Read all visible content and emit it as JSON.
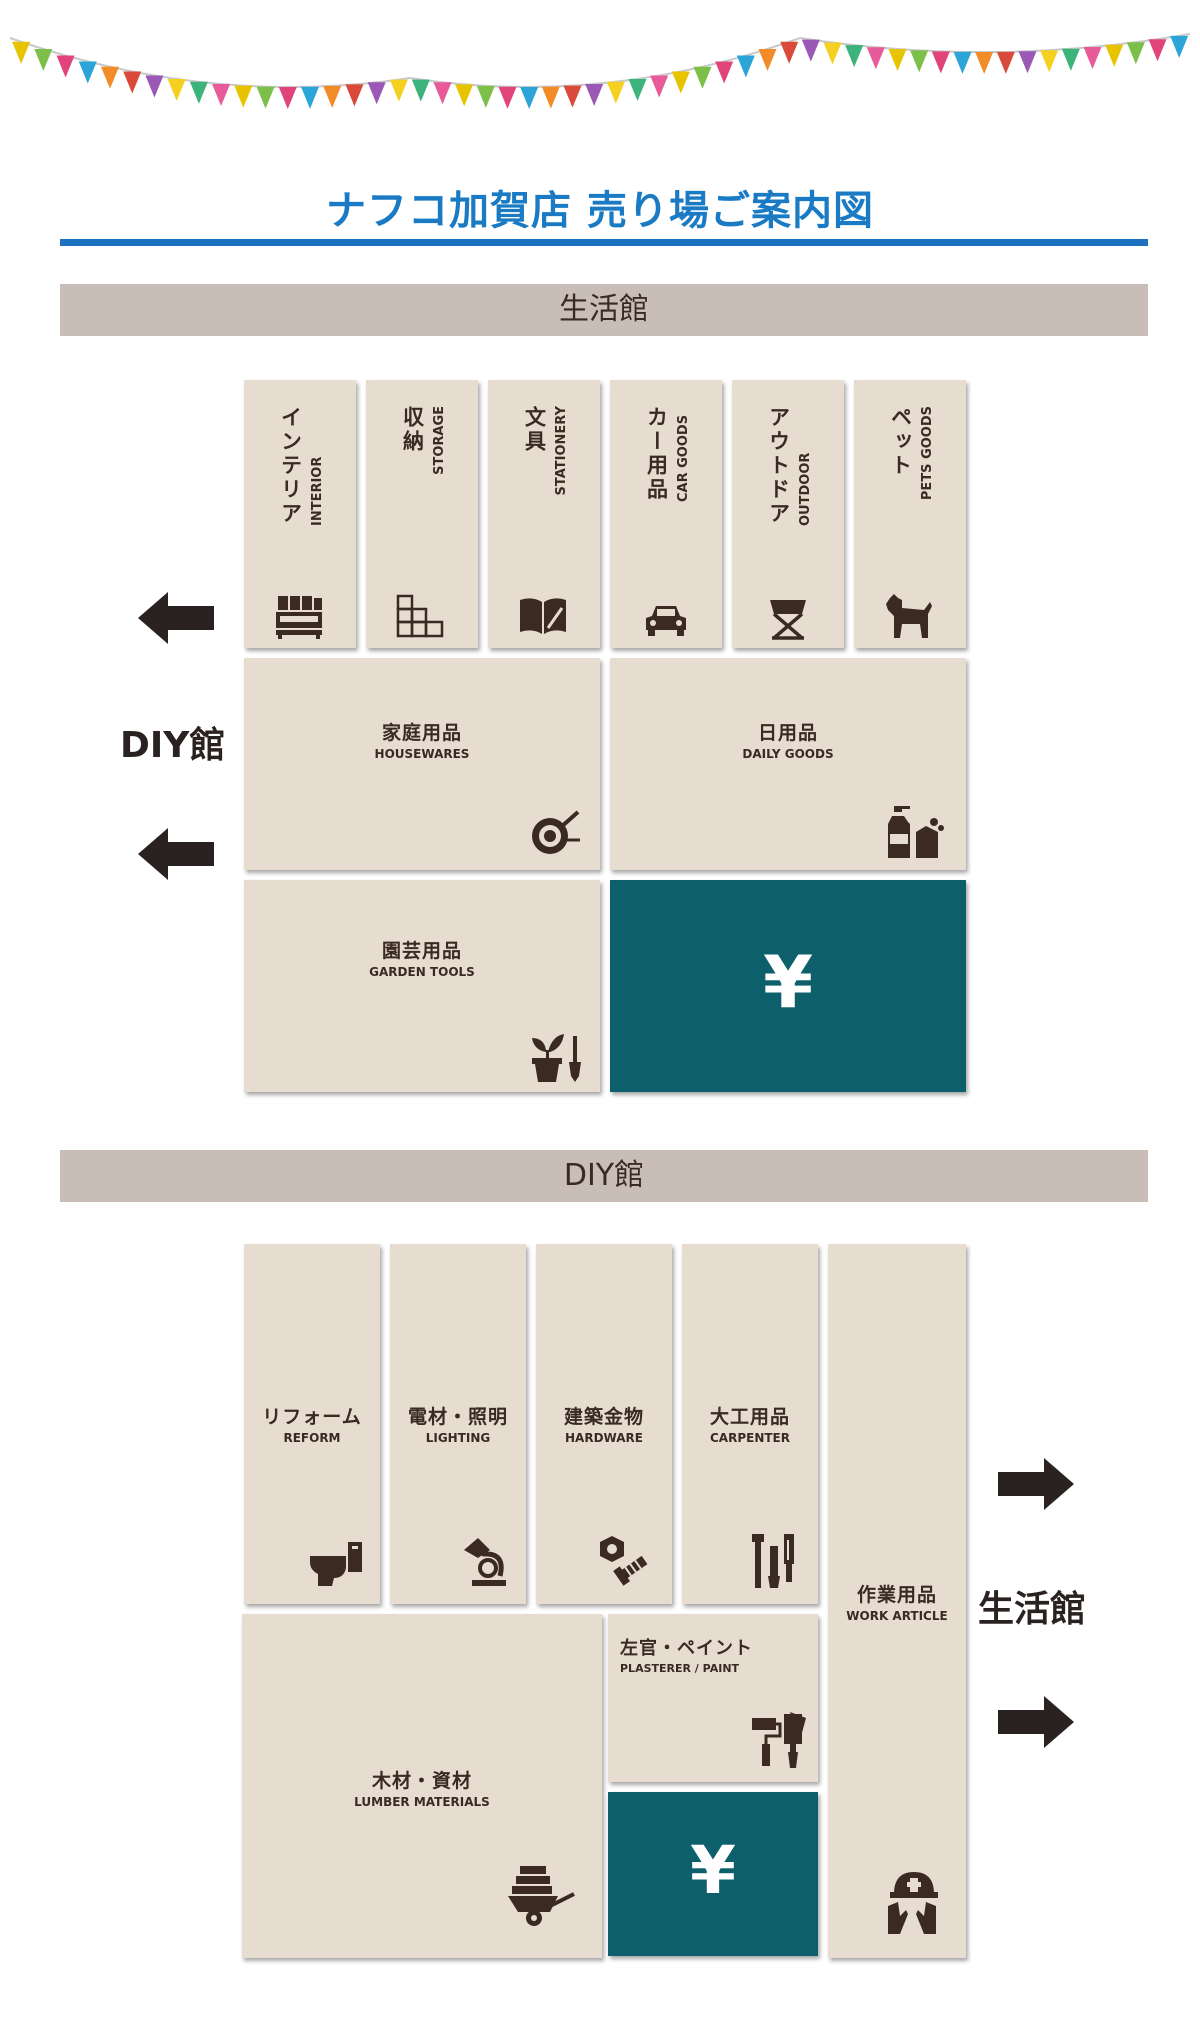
{
  "page": {
    "title": "ナフコ加賀店 売り場ご案内図"
  },
  "colors": {
    "accent": "#1b72bf",
    "tile": "#e6ddd0",
    "cash": "#0c5f6b",
    "section_bar": "#c8beb7",
    "text": "#3a2a22"
  },
  "seikatsu": {
    "header": "生活館",
    "top_tiles": [
      {
        "jp": "インテリア",
        "en": "INTERIOR",
        "icon": "sofa-icon"
      },
      {
        "jp": "収納",
        "en": "STORAGE",
        "icon": "shelf-icon"
      },
      {
        "jp": "文具",
        "en": "STATIONERY",
        "icon": "book-icon"
      },
      {
        "jp": "カー用品",
        "en": "CAR GOODS",
        "icon": "car-icon"
      },
      {
        "jp": "アウトドア",
        "en": "OUTDOOR",
        "icon": "camp-chair-icon"
      },
      {
        "jp": "ペット",
        "en": "PETS GOODS",
        "icon": "dog-icon"
      }
    ],
    "housewares": {
      "jp": "家庭用品",
      "en": "HOUSEWARES",
      "icon": "pan-icon"
    },
    "daily": {
      "jp": "日用品",
      "en": "DAILY GOODS",
      "icon": "bottles-icon"
    },
    "garden": {
      "jp": "園芸用品",
      "en": "GARDEN TOOLS",
      "icon": "plant-pot-icon"
    },
    "cash": "¥",
    "side_label": "DIY館"
  },
  "diy": {
    "header": "DIY館",
    "tiles": [
      {
        "jp": "リフォーム",
        "en": "REFORM",
        "icon": "toilet-icon"
      },
      {
        "jp": "電材・照明",
        "en": "LIGHTING",
        "icon": "desk-lamp-icon"
      },
      {
        "jp": "建築金物",
        "en": "HARDWARE",
        "icon": "bolt-nut-icon"
      },
      {
        "jp": "大工用品",
        "en": "CARPENTER",
        "icon": "tools-icon"
      }
    ],
    "work": {
      "jp": "作業用品",
      "en": "WORK ARTICLE",
      "icon": "helmet-gloves-icon"
    },
    "paint": {
      "jp": "左官・ペイント",
      "en": "PLASTERER / PAINT",
      "icon": "paint-roller-icon"
    },
    "lumber": {
      "jp": "木材・資材",
      "en": "LUMBER  MATERIALS",
      "icon": "wheelbarrow-icon"
    },
    "cash": "¥",
    "side_label": "生活館"
  }
}
